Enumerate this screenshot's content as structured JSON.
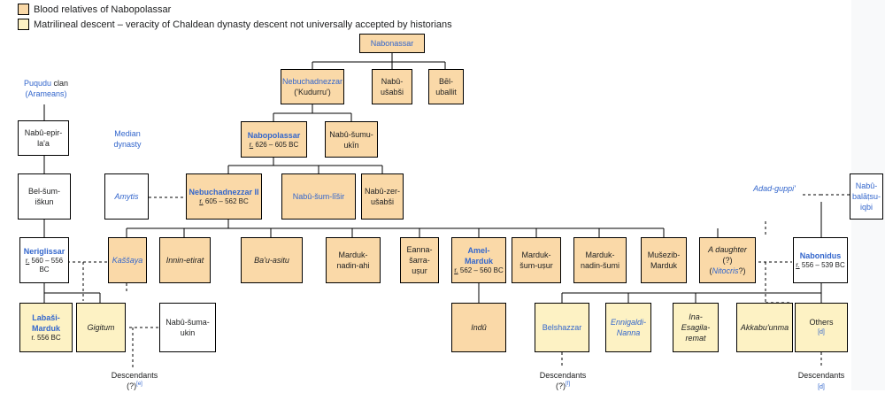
{
  "legend": [
    {
      "text": "Blood relatives of Nabopolassar",
      "swatch": "orange"
    },
    {
      "text": "Matrilineal descent – veracity of Chaldean dynasty descent not universally accepted by historians",
      "swatch": "yellow"
    }
  ],
  "colors": {
    "blood": "#fad9a8",
    "matrilineal": "#fdf2c4",
    "link": "#3366cc",
    "line": "#000000"
  },
  "nodes": {
    "nabonassar": {
      "name": "Nabonassar"
    },
    "nebuchadnezzar_i": {
      "name": "Nebuchadnezzar",
      "sub": "('Kudurru')"
    },
    "nabu_usabsi": {
      "name": "Nabû-ušabši"
    },
    "bel_uballit": {
      "name": "Bēl-uballit"
    },
    "nabopolassar": {
      "name": "Nabopolassar",
      "reign_prefix": "r.",
      "reign": " 626 – 605 BC"
    },
    "nabu_sumu_ukin": {
      "name": "Nabû-šumu-ukīn"
    },
    "nebuchadnezzar_ii": {
      "name": "Nebuchadnezzar II",
      "reign_prefix": "r.",
      "reign": " 605 – 562 BC"
    },
    "nabu_sum_lisir": {
      "name": "Nabû-šum-līšir"
    },
    "nabu_zer_usabsi": {
      "name": "Nabû-zer-ušabši"
    },
    "puqudu": {
      "name": "Puqudu",
      "rest": " clan",
      "sub": "(Arameans)"
    },
    "nabu_epir_laa": {
      "name": "Nabû-epir-la'a"
    },
    "bel_sum_iskun": {
      "name": "Bel-šum-iškun"
    },
    "median": {
      "name": "Median dynasty"
    },
    "amytis": {
      "name": "Amytis"
    },
    "neriglissar": {
      "name": "Neriglissar",
      "reign_prefix": "r.",
      "reign": " 560 – 556 BC"
    },
    "kassaya": {
      "name": "Kaššaya"
    },
    "innin_etirat": {
      "name": "Innin-etirat"
    },
    "bau_asitu": {
      "name": "Ba'u-asitu"
    },
    "marduk_nadin_ahi": {
      "name": "Marduk-nadin-ahi"
    },
    "eanna_sarra_usur": {
      "name": "Eanna-šarra-uṣur"
    },
    "amel_marduk": {
      "name": "Amel-Marduk",
      "reign_prefix": "r.",
      "reign": " 562 – 560 BC"
    },
    "marduk_sum_usur": {
      "name": "Marduk-šum-uṣur"
    },
    "marduk_nadin_sumi": {
      "name": "Marduk-nadin-šumi"
    },
    "musezib_marduk": {
      "name": "Mušezib-Marduk"
    },
    "a_daughter": {
      "name": "A daughter",
      "q": "(?)",
      "alt": "Nitocris",
      "alt_q": "?"
    },
    "adad_guppi": {
      "name": "Adad-guppi'"
    },
    "nabu_balatsu_iqbi": {
      "name": "Nabû-balāṭsu-iqbi"
    },
    "nabonidus": {
      "name": "Nabonidus",
      "reign_prefix": "r.",
      "reign": " 556 – 539 BC"
    },
    "labasi_marduk": {
      "name": "Labaši-Marduk",
      "reign": "r. 556 BC"
    },
    "gigitum": {
      "name": "Gigitum"
    },
    "nabu_suma_ukin": {
      "name": "Nabû-šuma-ukin"
    },
    "indu": {
      "name": "Indû"
    },
    "belshazzar": {
      "name": "Belshazzar"
    },
    "ennigaldi_nanna": {
      "name": "Ennigaldi-Nanna"
    },
    "ina_esagila_remat": {
      "name": "Ina-Esagila-remat"
    },
    "akkabuunma": {
      "name": "Akkabu'unma"
    },
    "others": {
      "name": "Others",
      "note": "[d]"
    }
  },
  "descendants": [
    {
      "label": "Descendants",
      "note": "(?)",
      "ref": "[e]"
    },
    {
      "label": "Descendants",
      "note": "(?)",
      "ref": "[f]"
    },
    {
      "label": "Descendants",
      "ref": "[d]"
    }
  ]
}
